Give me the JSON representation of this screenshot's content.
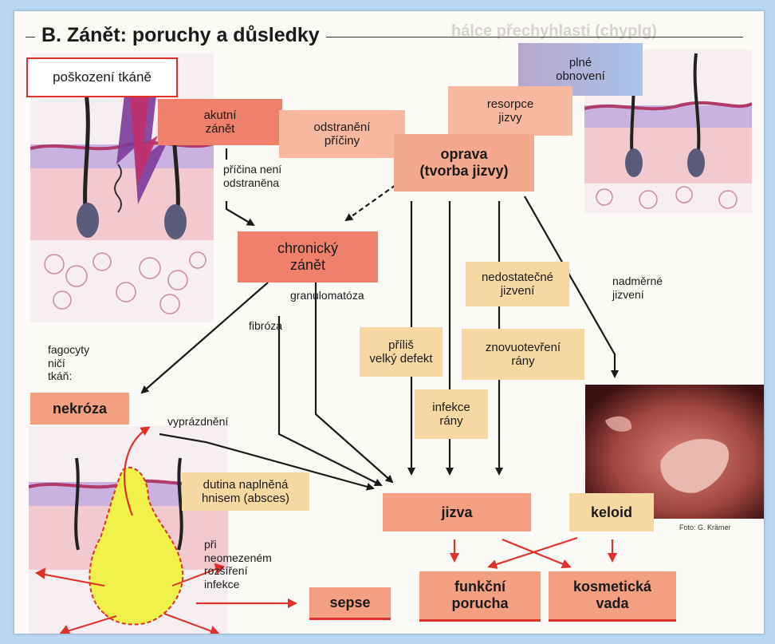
{
  "header": {
    "title": "B. Zánět: poruchy a důsledky",
    "ghost_text": "hálce přechyhlasti (chyplg)"
  },
  "boxes": {
    "poskozeni": "poškození tkáně",
    "akutni": "akutní\nzánět",
    "odstraneni": "odstranění\npříčiny",
    "oprava": "oprava\n(tvorba jizvy)",
    "resorpce": "resorpce\njizvy",
    "plne": "plné\nobnovení",
    "chronicky": "chronický\nzánět",
    "nedostatecne": "nedostatečné\njizvení",
    "prilis": "příliš\nvelký defekt",
    "znovuotevreni": "znovuotevření\nrány",
    "infekce_rany": "infekce\nrány",
    "nekroza": "nekróza",
    "dutina": "dutina naplněná\nhnisem (absces)",
    "jizva": "jizva",
    "keloid": "keloid",
    "sepse": "sepse",
    "funkcni": "funkční\nporucha",
    "kosmeticka": "kosmetická\nvada"
  },
  "labels": {
    "pricina": "příčina není\nodstraněna",
    "granulomatoza": "granulomatóza",
    "fibroza": "fibróza",
    "fagocyty": "fagocyty\nničí\ntkáň:",
    "vyprazdneni": "vyprázdnění",
    "nadmerne": "nadměrné\njizvení",
    "neomezene": "při\nneomezeném\nrozšíření\ninfekce"
  },
  "credit": "Foto: G. Krämer",
  "colors": {
    "arrow_black": "#1a1a1a",
    "arrow_red": "#e0302a",
    "box_red": "#ef806b",
    "box_tan": "#f6d9a2"
  }
}
